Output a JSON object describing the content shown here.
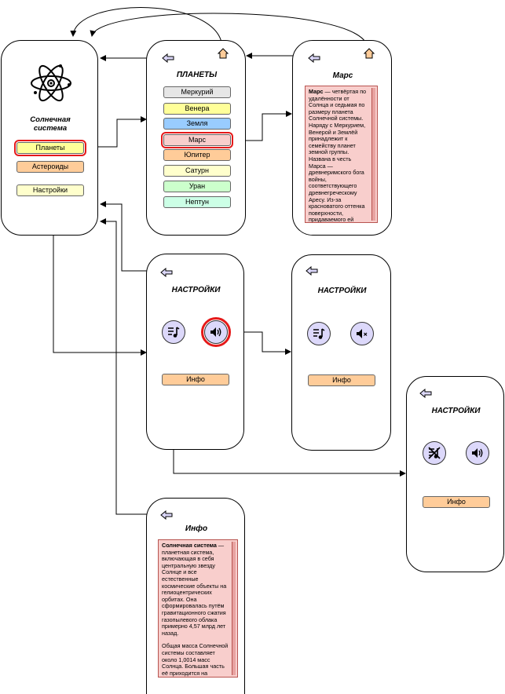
{
  "colors": {
    "stroke": "#000000",
    "highlight": "#e51919",
    "yellow": "#ffff99",
    "orange": "#ffcc99",
    "gray": "#e6e6e6",
    "blue": "#99ccff",
    "red": "#f8cecc",
    "green": "#ccffcc",
    "lightyellow": "#ffffcc",
    "lavender": "#dcd8fa"
  },
  "home": {
    "title": "Солнечная система",
    "buttons": {
      "planets": "Планеты",
      "asteroids": "Астероиды",
      "settings": "Настройки"
    }
  },
  "planets_screen": {
    "title": "ПЛАНЕТЫ",
    "items": [
      {
        "label": "Меркурий",
        "color": "#e6e6e6"
      },
      {
        "label": "Венера",
        "color": "#ffff99"
      },
      {
        "label": "Земля",
        "color": "#99ccff"
      },
      {
        "label": "Марс",
        "color": "#f8cecc"
      },
      {
        "label": "Юпитер",
        "color": "#ffcc99"
      },
      {
        "label": "Сатурн",
        "color": "#ffffcc"
      },
      {
        "label": "Уран",
        "color": "#ccffcc"
      },
      {
        "label": "Нептун",
        "color": "#ccffe6"
      }
    ]
  },
  "mars_screen": {
    "title": "Марс",
    "text_bold": "Марс",
    "text": " — четвёртая по удалённости от Солнца и седьмая по размеру планета Солнечной системы. Наряду с Меркурием, Венерой и Землёй принадлежит к семейству планет земной группы. Названа в честь Марса — древнеримского бога войны, соответствующего древнегреческому Аресу. Из-за красноватого оттенка поверхности, придаваемого ей минералом маггемитом — γ-оксидом железа(III), Марс называют Красной планетой."
  },
  "settings_screens": [
    {
      "title": "НАСТРОЙКИ",
      "info_button": "Инфо"
    },
    {
      "title": "НАСТРОЙКИ",
      "info_button": "Инфо"
    },
    {
      "title": "НАСТРОЙКИ",
      "info_button": "Инфо"
    }
  ],
  "info_screen": {
    "title": "Инфо",
    "text_bold": "Солнечная система",
    "text1": " — планетная система, включающая в себя центральную звезду Солнце и все естественные космические объекты на гелиоцентрических орбитах. Она сформировалась путём гравитационного сжатия газопылевого облака примерно 4,57 млрд лет назад.",
    "text2": "Общая масса Солнечной системы составляет около 1,0014 масс Солнца. Большая часть её приходится на Солнце; оставшаяся часть"
  }
}
